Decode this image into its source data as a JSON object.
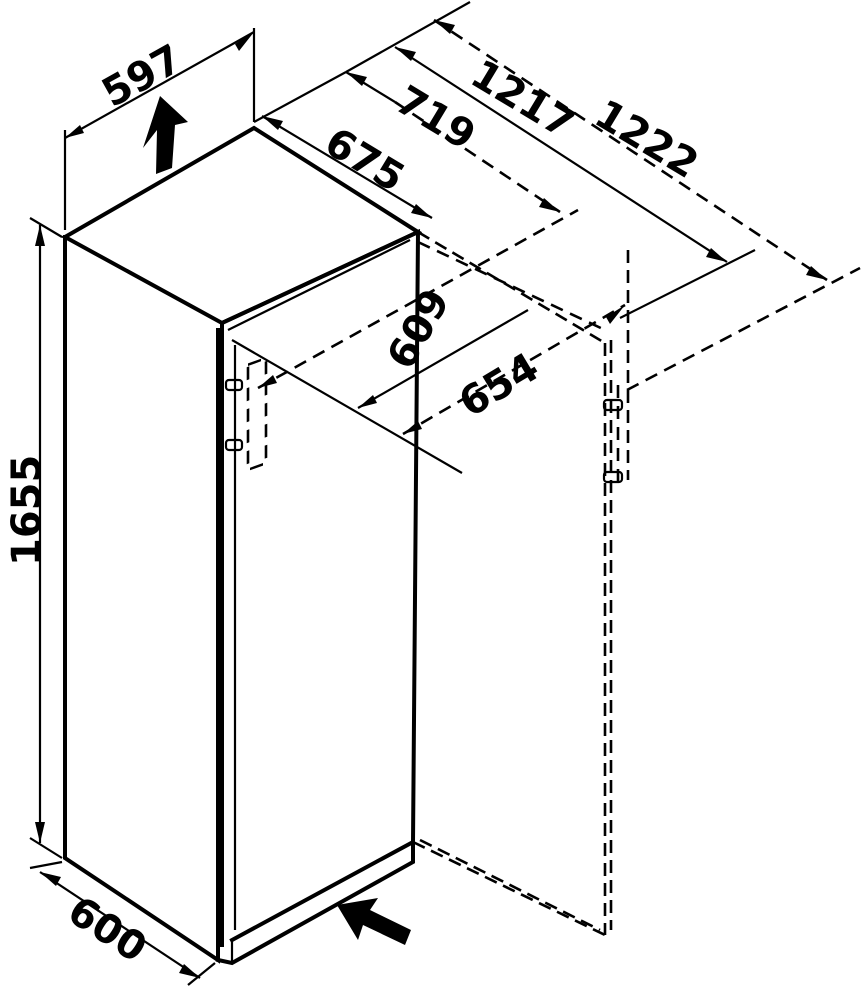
{
  "dimensions": {
    "width_top": "597",
    "depth_body": "675",
    "depth_719": "719",
    "depth_1217": "1217",
    "depth_1222": "1222",
    "height": "1655",
    "width_bottom": "600",
    "door_609": "609",
    "door_654": "654"
  },
  "colors": {
    "line": "#000000",
    "background": "#ffffff"
  },
  "icons": [
    "up-arrow-icon",
    "airflow-arrow-icon",
    "door-hinge-icon"
  ]
}
